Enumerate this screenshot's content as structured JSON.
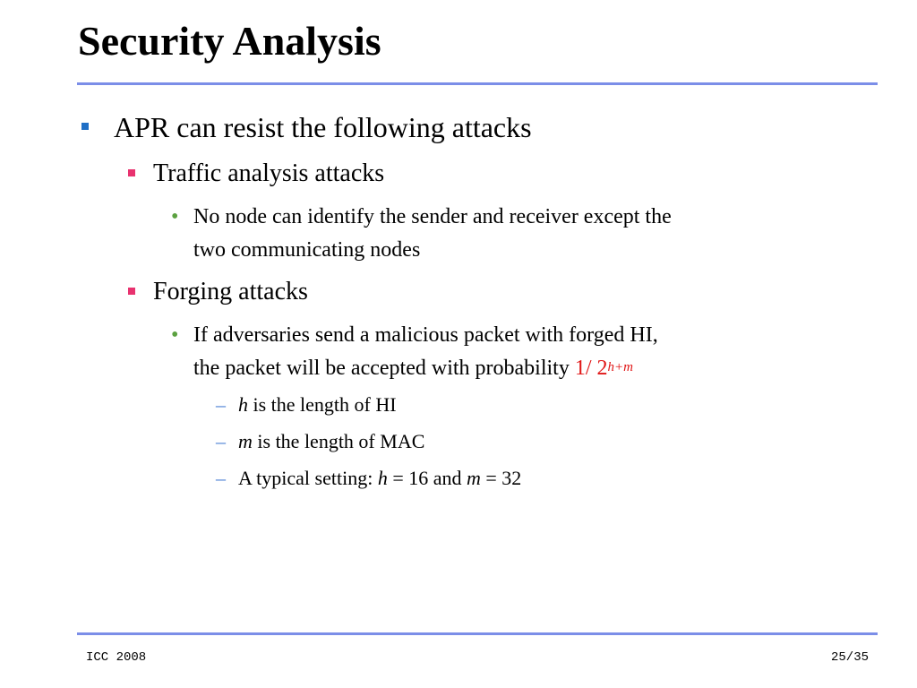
{
  "slide": {
    "title": "Security Analysis",
    "colors": {
      "rule": "#7b8ee8",
      "level1_marker": "#1f6fc6",
      "level2_marker": "#e8326f",
      "level3_marker": "#5ba140",
      "level4_marker": "#4a7fd4",
      "formula": "#e01515"
    },
    "level1": {
      "text": "APR can resist the following attacks"
    },
    "traffic": {
      "heading": "Traffic analysis attacks",
      "detail_line1": "No node can identify the sender and receiver except the",
      "detail_line2": "two communicating nodes"
    },
    "forging": {
      "heading": "Forging attacks",
      "detail_line1": "If adversaries send a malicious packet with forged HI,",
      "detail_line2_prefix": "the packet will be accepted with probability ",
      "formula_base": "1/ 2",
      "formula_exponent": "h+m",
      "sub1_var": "h",
      "sub1_text": " is the length of HI",
      "sub2_var": "m",
      "sub2_text": " is the length of MAC",
      "sub3_prefix": "A typical setting: ",
      "sub3_var1": "h",
      "sub3_mid": " = 16 and ",
      "sub3_var2": "m",
      "sub3_end": " = 32"
    },
    "dash": "–",
    "dot": "•"
  },
  "footer": {
    "left": "ICC 2008",
    "right": "25/35"
  }
}
